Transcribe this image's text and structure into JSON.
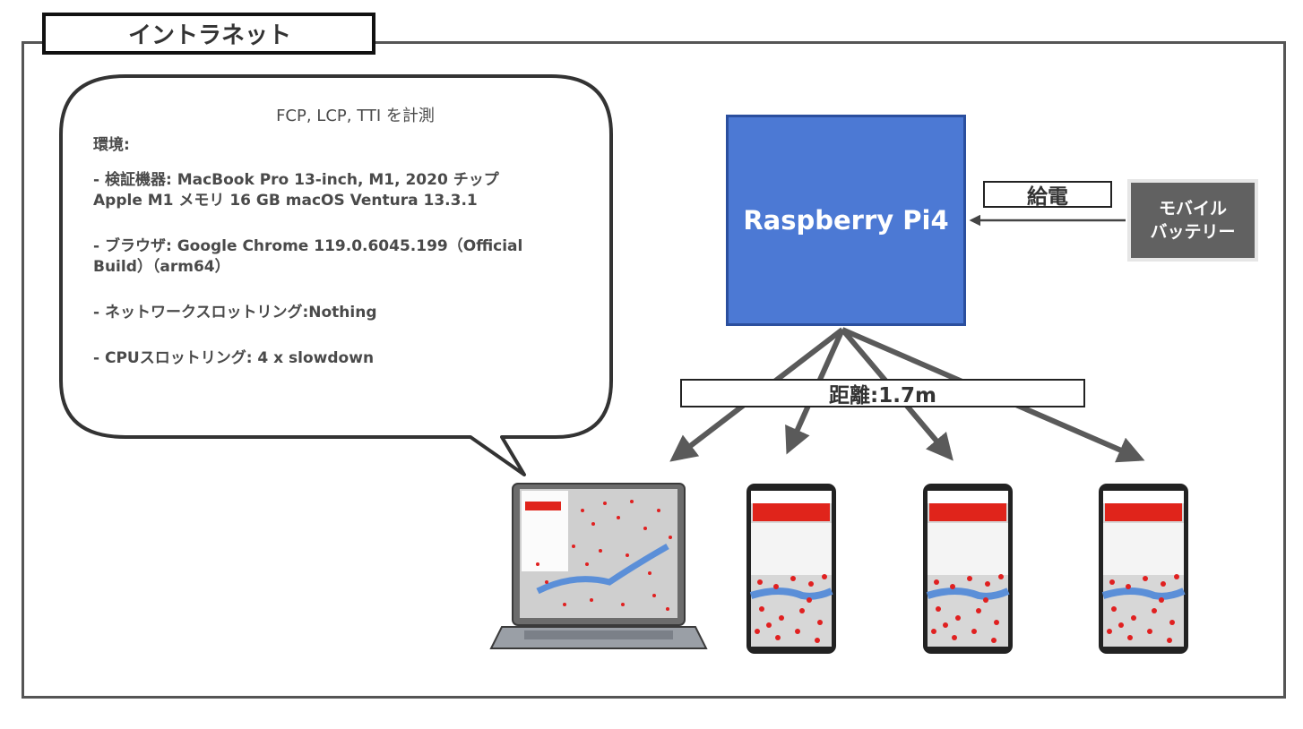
{
  "frame": {
    "title": "イントラネット"
  },
  "bubble": {
    "title": "FCP, LCP, TTI を計測",
    "env_label": "環境:",
    "items": [
      "- 検証機器: MacBook Pro 13-inch, M1, 2020 チップ\nApple M1 メモリ 16 GB macOS Ventura 13.3.1",
      "- ブラウザ: Google Chrome 119.0.6045.199（Official\nBuild）（arm64）",
      "- ネットワークスロットリング:Nothing",
      "- CPUスロットリング: 4 x slowdown"
    ]
  },
  "server": {
    "label": "Raspberry Pi4"
  },
  "power": {
    "label": "給電"
  },
  "battery": {
    "line1": "モバイル",
    "line2": "バッテリー"
  },
  "distance": {
    "label": "距離:1.7m"
  },
  "clients": [
    {
      "icon": "laptop-icon",
      "screen_title": "洪水ハザードマップ"
    },
    {
      "icon": "smartphone-icon",
      "screen_title": "洪水ハザードマップ"
    },
    {
      "icon": "smartphone-icon",
      "screen_title": "洪水ハザードマップ"
    },
    {
      "icon": "smartphone-icon",
      "screen_title": "洪水ハザードマップ"
    }
  ],
  "colors": {
    "pi_fill": "#4c79d4",
    "battery_fill": "#616161",
    "arrow": "#5a5a5a",
    "map_river": "#5b8fd8",
    "map_points": "#e02020",
    "warning_banner": "#e0241b"
  }
}
